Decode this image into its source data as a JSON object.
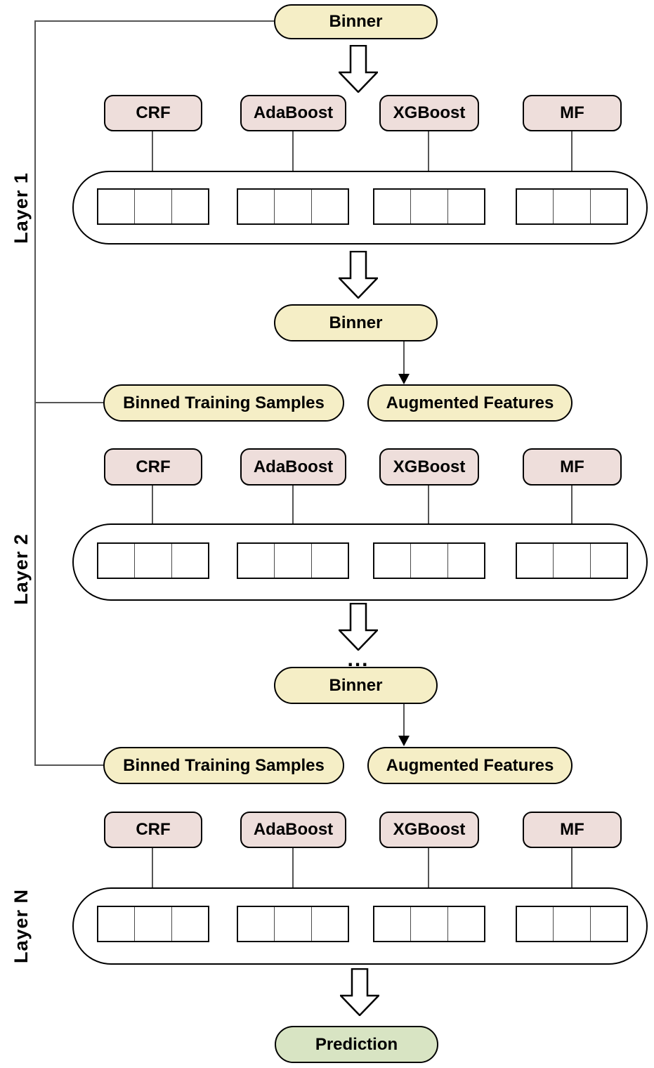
{
  "colors": {
    "node_yellow": "#F5EEC6",
    "node_pink": "#EEDEDB",
    "node_green": "#D8E4C3",
    "outline": "#000000",
    "connector": "#555555"
  },
  "binners": {
    "top": "Binner",
    "middle": "Binner",
    "lower": "Binner"
  },
  "intermediate": {
    "first": {
      "binned": "Binned Training Samples",
      "augmented": "Augmented Features"
    },
    "second": {
      "binned": "Binned Training Samples",
      "augmented": "Augmented Features"
    }
  },
  "ellipsis": "...",
  "layers": [
    {
      "label": "Layer 1",
      "models": [
        "CRF",
        "AdaBoost",
        "XGBoost",
        "MF"
      ],
      "bins_per_model": 3
    },
    {
      "label": "Layer 2",
      "models": [
        "CRF",
        "AdaBoost",
        "XGBoost",
        "MF"
      ],
      "bins_per_model": 3
    },
    {
      "label": "Layer N",
      "models": [
        "CRF",
        "AdaBoost",
        "XGBoost",
        "MF"
      ],
      "bins_per_model": 3
    }
  ],
  "prediction": "Prediction"
}
